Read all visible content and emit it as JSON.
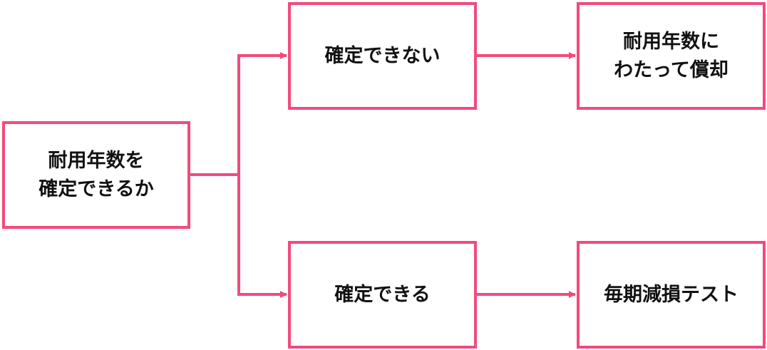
{
  "colors": {
    "accent": "#f24a7c",
    "text": "#111111",
    "background": "#ffffff"
  },
  "nodes": {
    "root": "耐用年数を\n確定できるか",
    "cannot": "確定できない",
    "can": "確定できる",
    "amortize": "耐用年数に\nわたって償却",
    "impairment": "毎期減損テスト"
  }
}
